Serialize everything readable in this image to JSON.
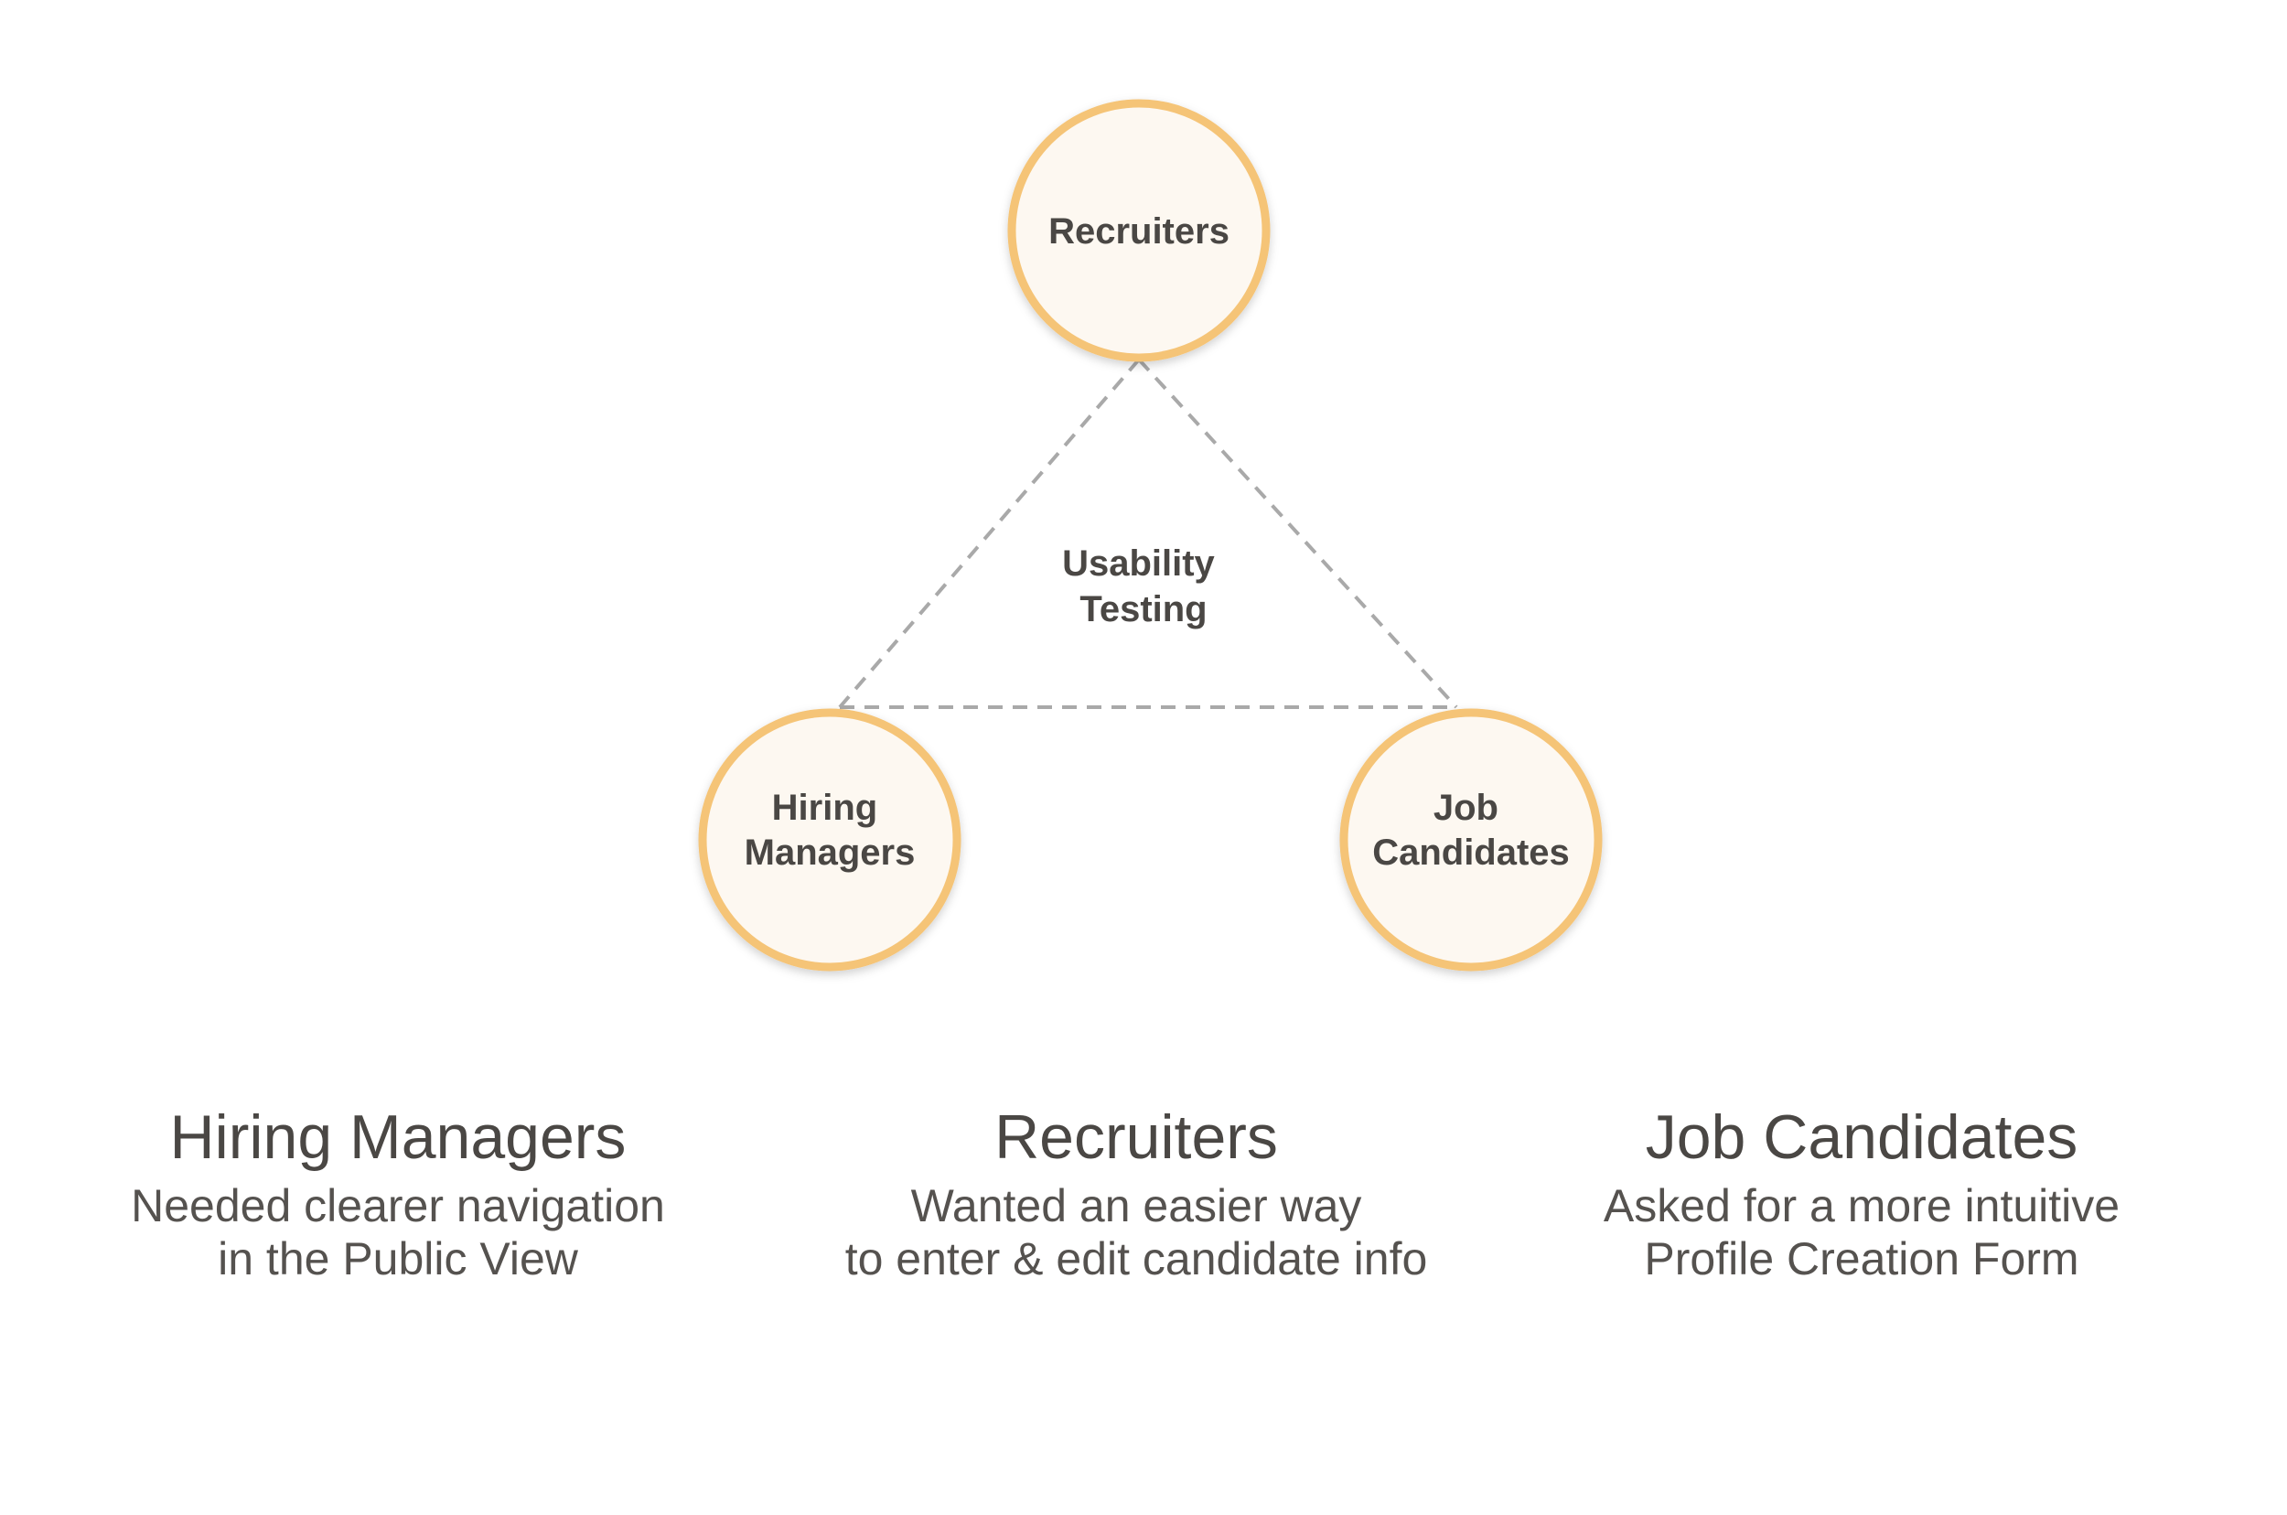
{
  "diagram": {
    "center_label": [
      "Usability",
      "Testing"
    ],
    "colors": {
      "circle_fill": "#fdf8f1",
      "circle_stroke": "#f5c477",
      "connector": "#a9a9a9",
      "text": "#4a4744"
    },
    "nodes": {
      "recruiters": {
        "label": [
          "Recruiters"
        ]
      },
      "hiring_managers": {
        "label": [
          "Hiring",
          "Managers"
        ]
      },
      "job_candidates": {
        "label": [
          "Job",
          "Candidates"
        ]
      }
    }
  },
  "columns": {
    "hiring_managers": {
      "title": "Hiring Managers",
      "description": [
        "Needed clearer navigation",
        "in the Public View"
      ]
    },
    "recruiters": {
      "title": "Recruiters",
      "description": [
        "Wanted an easier way",
        "to enter & edit candidate info"
      ]
    },
    "job_candidates": {
      "title": "Job Candidates",
      "description": [
        "Asked for a more intuitive",
        "Profile Creation Form"
      ]
    }
  }
}
